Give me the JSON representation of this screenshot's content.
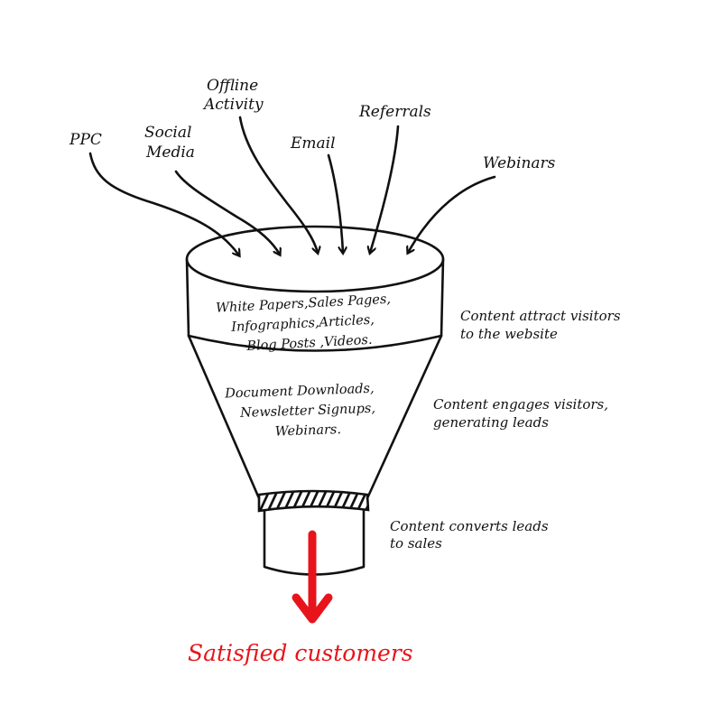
{
  "diagram": {
    "title": "Content marketing funnel",
    "sources": [
      {
        "label_lines": [
          "PPC"
        ]
      },
      {
        "label_lines": [
          "Social",
          "Media"
        ]
      },
      {
        "label_lines": [
          "Offline",
          "Activity"
        ]
      },
      {
        "label_lines": [
          "Email"
        ]
      },
      {
        "label_lines": [
          "Referrals"
        ]
      },
      {
        "label_lines": [
          "Webinars"
        ]
      }
    ],
    "stages": [
      {
        "name": "attract",
        "content_lines": [
          "White Papers,Sales Pages,",
          "Infographics,Articles,",
          "Blog Posts ,Videos."
        ],
        "note_lines": [
          "Content attract visitors",
          "to the website"
        ]
      },
      {
        "name": "engage",
        "content_lines": [
          "Document Downloads,",
          "Newsletter Signups,",
          "Webinars."
        ],
        "note_lines": [
          "Content engages visitors,",
          "generating leads"
        ]
      },
      {
        "name": "convert",
        "content_lines": [],
        "note_lines": [
          "Content converts leads",
          "to sales"
        ]
      }
    ],
    "outcome": {
      "label": "Satisfied customers"
    },
    "colors": {
      "ink": "#111111",
      "accent": "#e8141b",
      "background": "#ffffff"
    }
  }
}
